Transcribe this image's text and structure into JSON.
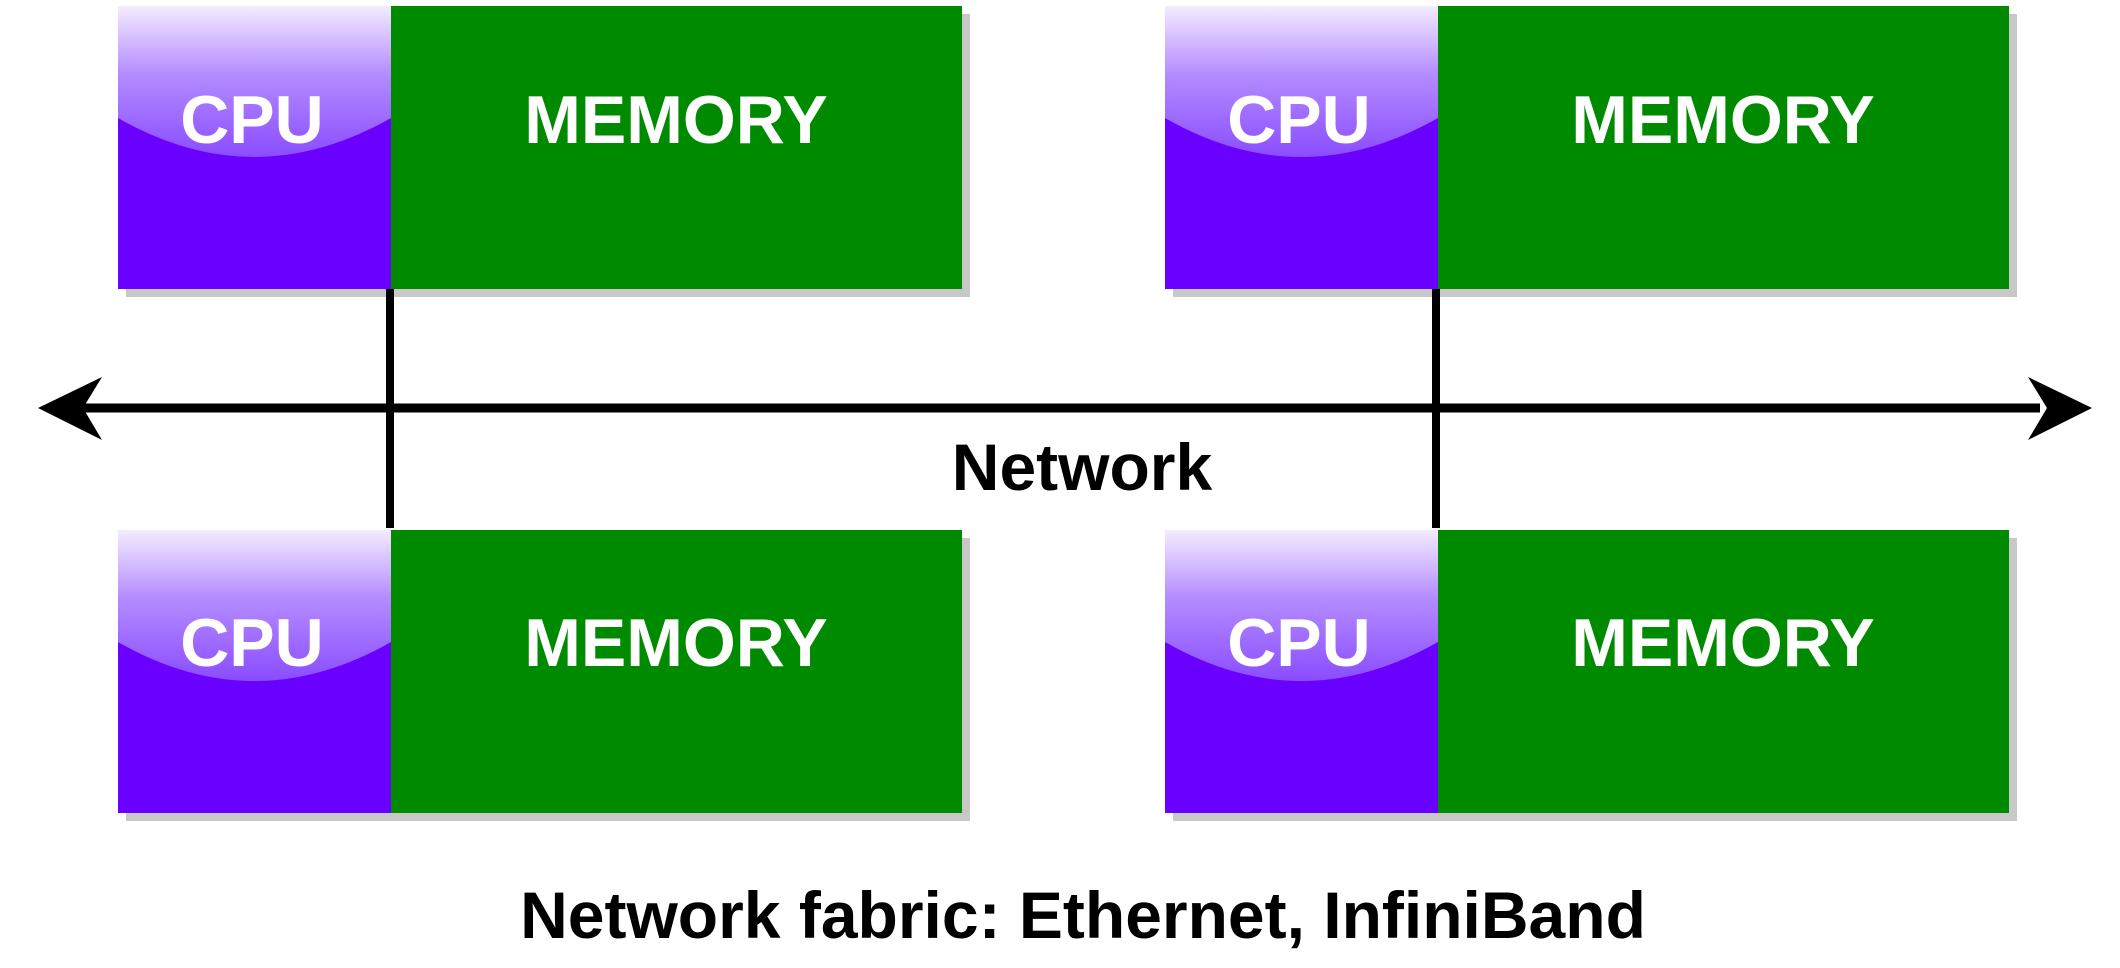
{
  "nodes": [
    {
      "cpu_label": "CPU",
      "memory_label": "MEMORY"
    },
    {
      "cpu_label": "CPU",
      "memory_label": "MEMORY"
    },
    {
      "cpu_label": "CPU",
      "memory_label": "MEMORY"
    },
    {
      "cpu_label": "CPU",
      "memory_label": "MEMORY"
    }
  ],
  "network_label": "Network",
  "caption": "Network fabric: Ethernet, InfiniBand",
  "colors": {
    "cpu": "#6a00ff",
    "memory": "#008a00",
    "shadow": "#c8c8c8",
    "line": "#000000"
  }
}
